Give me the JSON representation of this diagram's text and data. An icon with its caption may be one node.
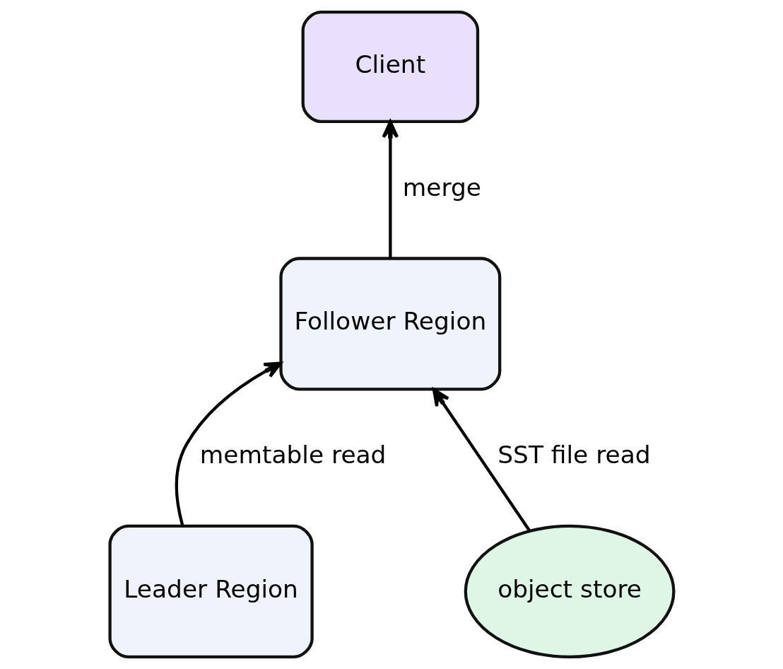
{
  "diagram": {
    "nodes": [
      {
        "text": [
          "Client"
        ]
      },
      {
        "text": [
          "Follower Region"
        ]
      },
      {
        "text": [
          "Leader Region"
        ]
      },
      {
        "text": [
          "object store"
        ]
      }
    ],
    "edges": [
      {
        "from": 1,
        "to": 0,
        "arrow": "to",
        "label": "merge"
      },
      {
        "from": 2,
        "to": 1,
        "arrow": "to",
        "label": "memtable read"
      },
      {
        "from": 3,
        "to": 1,
        "arrow": "to",
        "label": "SST file read"
      }
    ]
  }
}
